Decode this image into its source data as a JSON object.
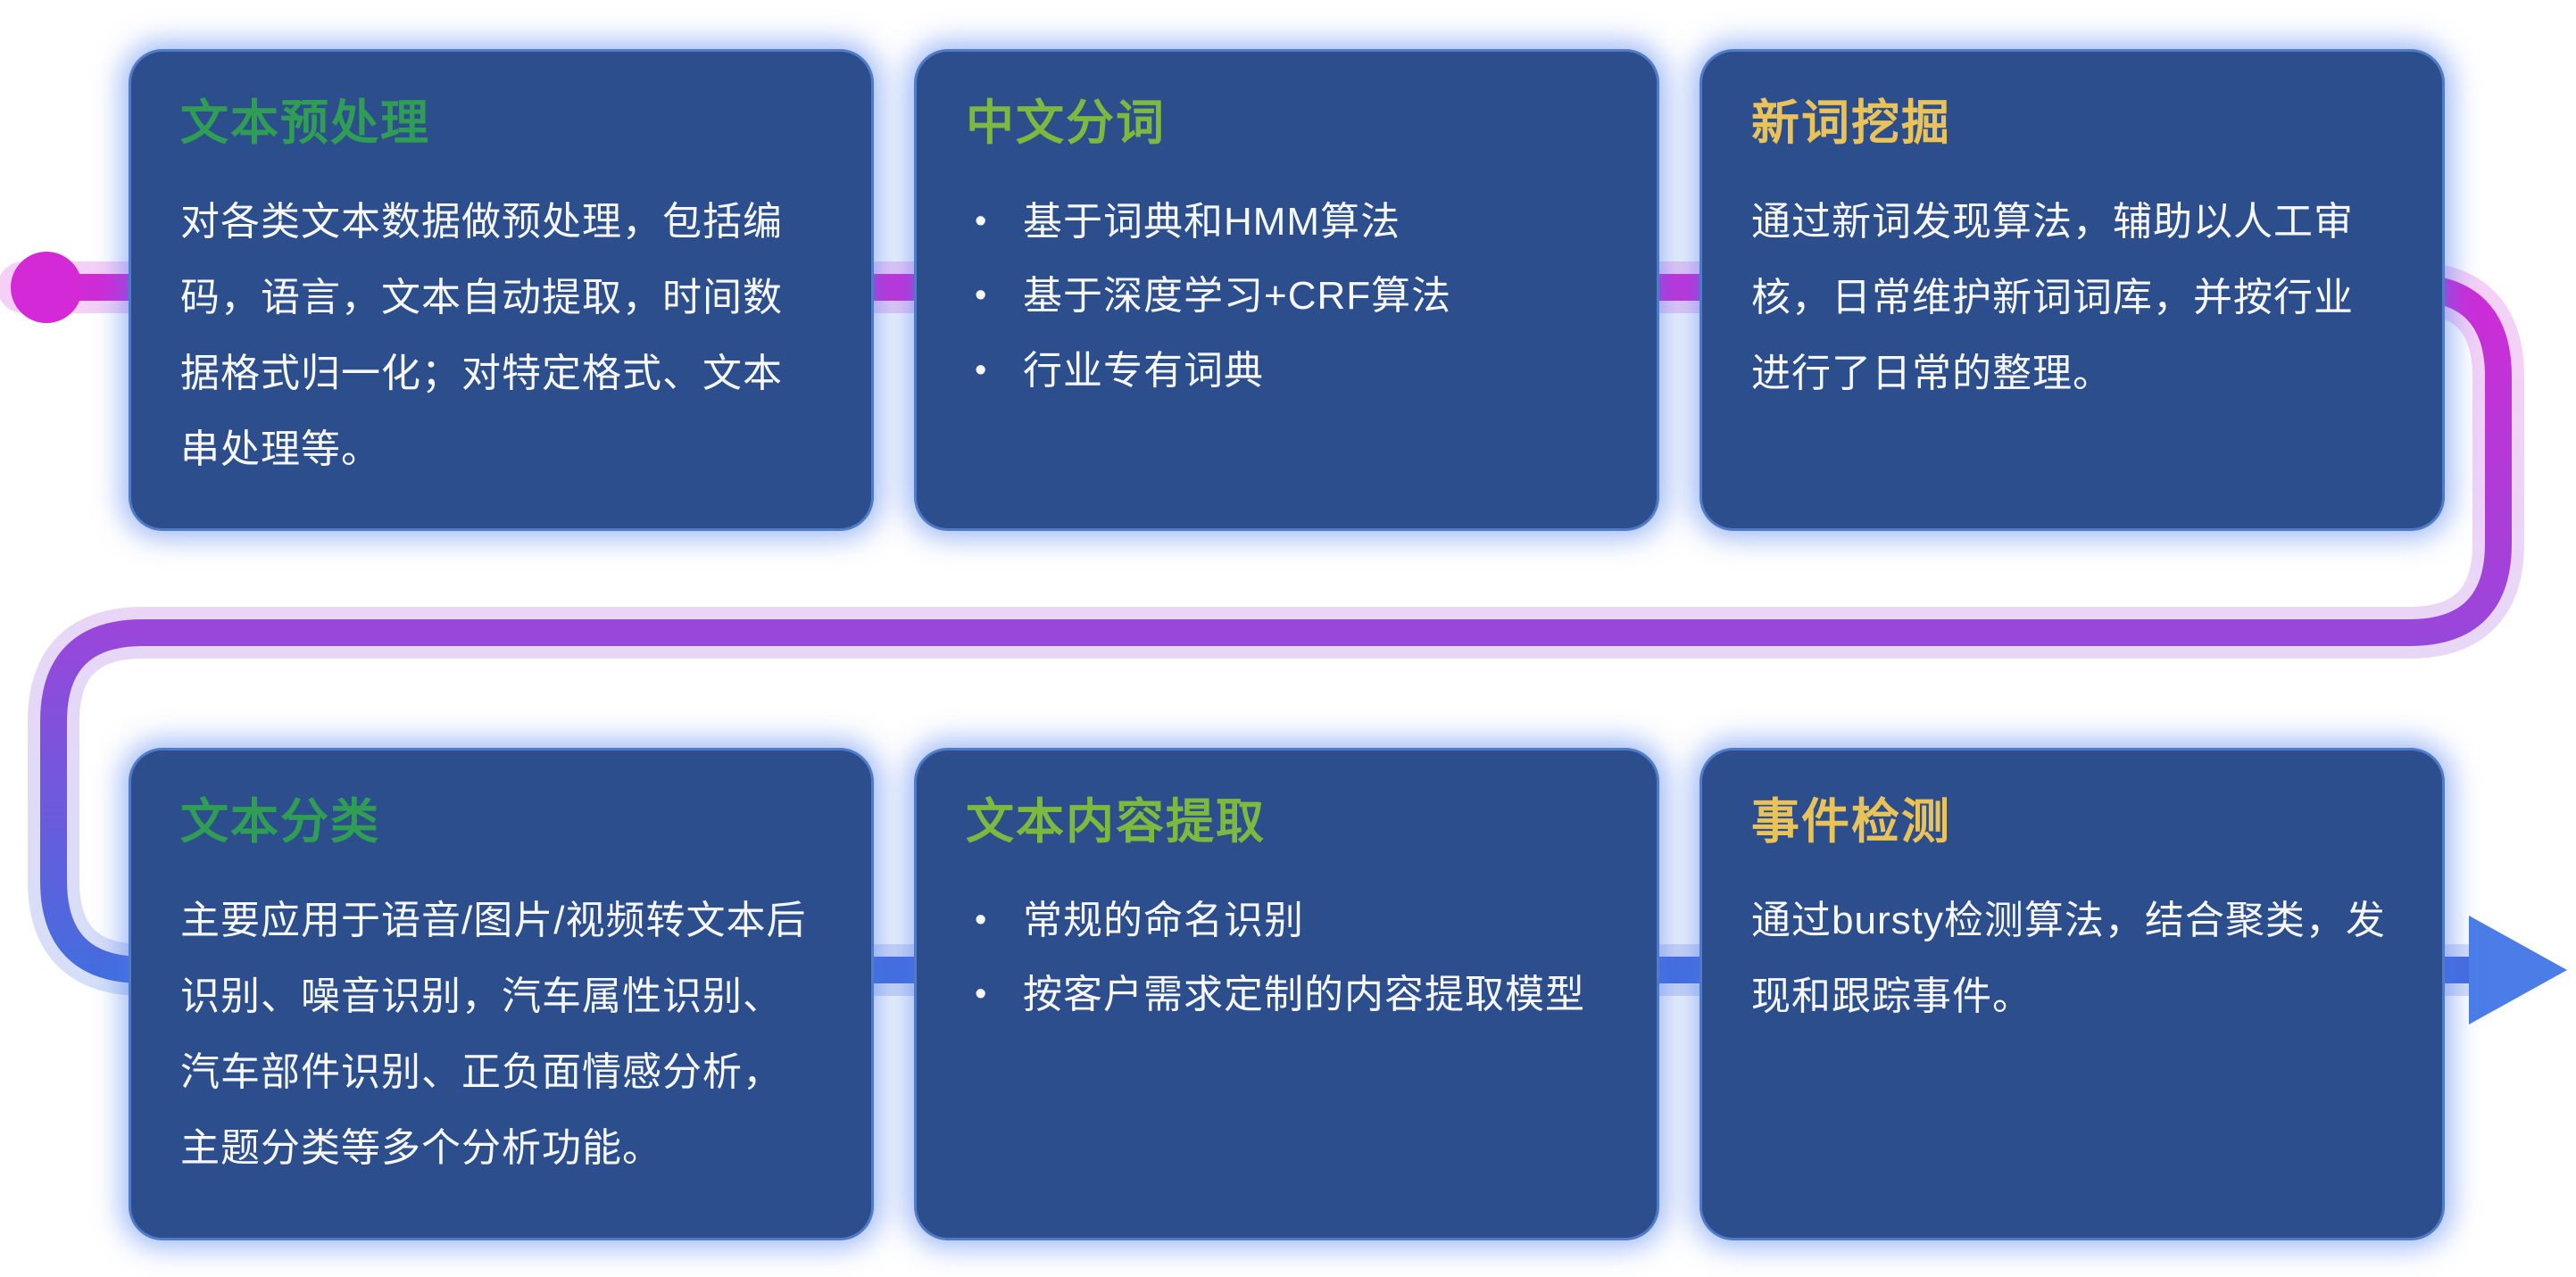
{
  "flow": {
    "colors": {
      "start": "#d429d6",
      "middle": "#9a46da",
      "end": "#3f6fde",
      "arrow": "#4c7ce8"
    }
  },
  "bullet_glyph": "•",
  "cards": [
    {
      "title": "文本预处理",
      "title_color": "#2f9e54",
      "body": "对各类文本数据做预处理，包括编码，语言，文本自动提取，时间数据格式归一化；对特定格式、文本串处理等。"
    },
    {
      "title": "中文分词",
      "title_color": "#7cb93e",
      "bullets": [
        "基于词典和HMM算法",
        "基于深度学习+CRF算法",
        "行业专有词典"
      ]
    },
    {
      "title": "新词挖掘",
      "title_color": "#e9c258",
      "body": "通过新词发现算法，辅助以人工审核，日常维护新词词库，并按行业进行了日常的整理。"
    },
    {
      "title": "文本分类",
      "title_color": "#2f9e54",
      "body": "主要应用于语音/图片/视频转文本后识别、噪音识别，汽车属性识别、汽车部件识别、正负面情感分析，主题分类等多个分析功能。"
    },
    {
      "title": "文本内容提取",
      "title_color": "#7cb93e",
      "bullets": [
        "常规的命名识别",
        "按客户需求定制的内容提取模型"
      ]
    },
    {
      "title": "事件检测",
      "title_color": "#e9c258",
      "body": "通过bursty检测算法，结合聚类，发现和跟踪事件。"
    }
  ]
}
